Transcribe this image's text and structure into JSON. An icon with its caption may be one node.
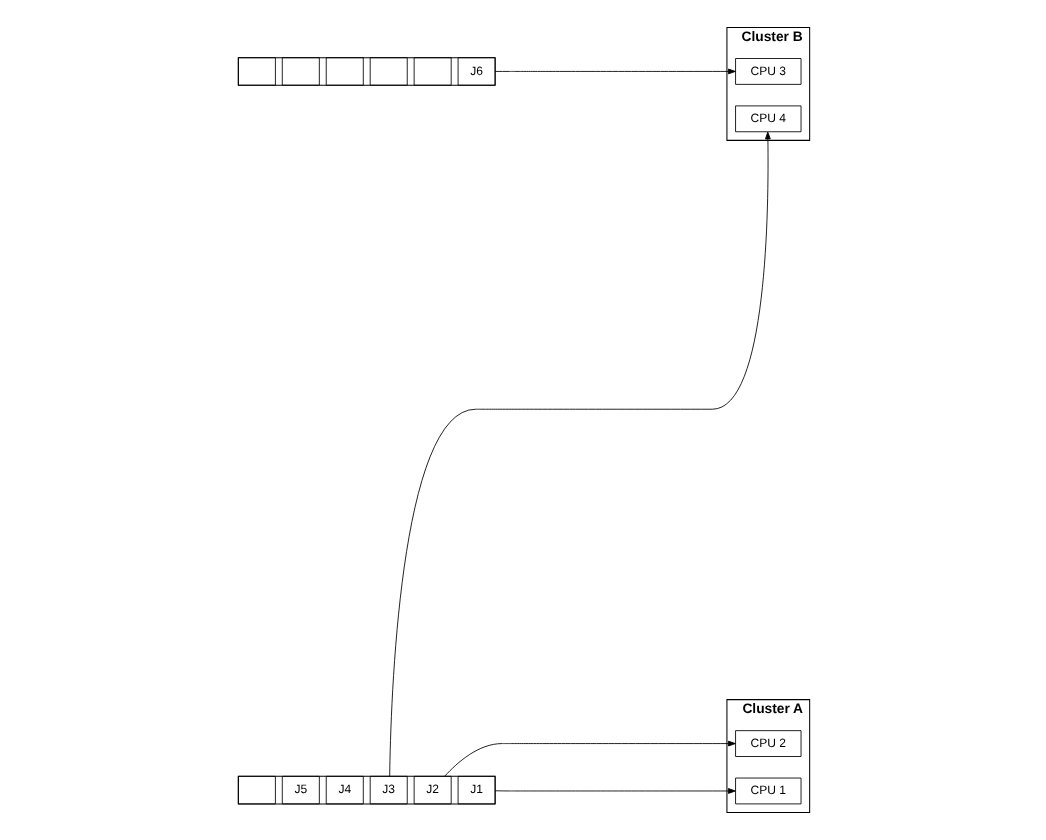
{
  "diagram": {
    "nodes": [
      {
        "text": [
          "Cluster A"
        ]
      },
      {
        "text": [
          "CPU 1"
        ],
        "in": 0
      },
      {
        "text": [
          "CPU 2"
        ],
        "in": 0
      },
      {
        "text": [],
        "shape": "box"
      },
      {
        "text": [],
        "shape": "box",
        "in": 3
      },
      {
        "text": [
          "J5"
        ],
        "in": 3
      },
      {
        "text": [
          "J4"
        ],
        "in": 3
      },
      {
        "text": [
          "J3"
        ],
        "in": 3
      },
      {
        "text": [
          "J2"
        ],
        "in": 3
      },
      {
        "text": [
          "J1"
        ],
        "in": 3
      },
      {
        "text": [
          "Cluster B"
        ]
      },
      {
        "text": [
          "CPU 3"
        ],
        "in": 10
      },
      {
        "text": [
          "CPU 4"
        ],
        "in": 10
      },
      {
        "text": [],
        "shape": "box"
      },
      {
        "text": [],
        "shape": "box",
        "in": 13
      },
      {
        "text": [],
        "shape": "box",
        "in": 13
      },
      {
        "text": [],
        "shape": "box",
        "in": 13
      },
      {
        "text": [],
        "shape": "box",
        "in": 13
      },
      {
        "text": [],
        "shape": "box",
        "in": 13
      },
      {
        "text": [
          "J6"
        ],
        "in": 13
      }
    ],
    "edges": [
      {
        "from": 9,
        "to": 1,
        "arrow": "to"
      },
      {
        "from": 8,
        "to": 2,
        "arrow": "to"
      },
      {
        "from": 7,
        "to": 12,
        "arrow": "to"
      },
      {
        "from": 19,
        "to": 11,
        "arrow": "to"
      }
    ]
  }
}
